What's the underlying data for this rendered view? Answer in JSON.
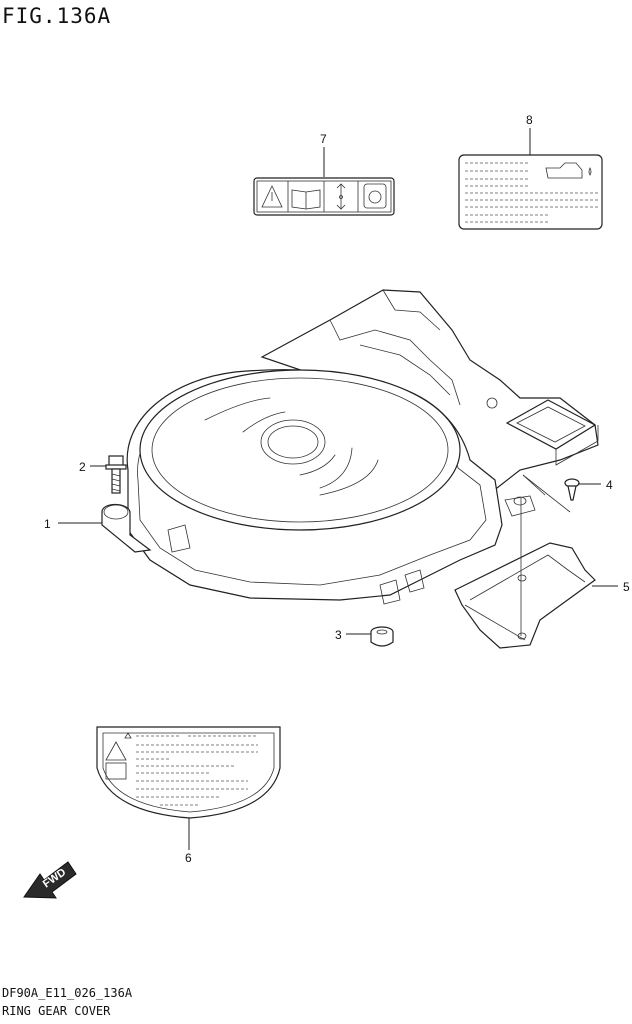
{
  "figure": {
    "title": "FIG.136A",
    "code": "DF90A_E11_026_136A",
    "name": "RING GEAR COVER"
  },
  "callouts": [
    "1",
    "2",
    "3",
    "4",
    "5",
    "6",
    "7",
    "8"
  ],
  "fwd_label": "FWD"
}
